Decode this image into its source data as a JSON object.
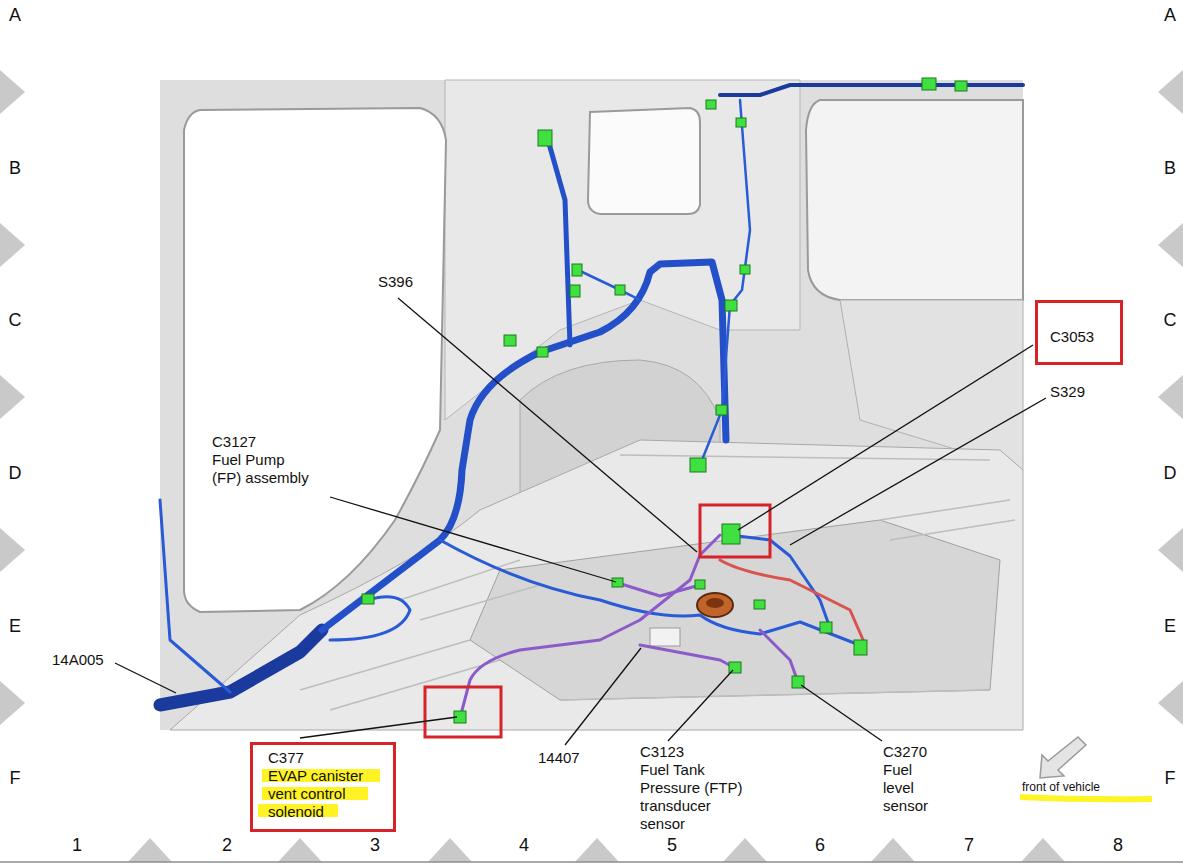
{
  "diagram": {
    "nodes": [
      {
        "text": [
          "C3053"
        ]
      },
      {
        "text": [
          "C377",
          "EVAP canister vent control solenoid"
        ]
      }
    ],
    "labels": [
      "A",
      "A",
      "B",
      "B",
      "C",
      "C",
      "D",
      "D",
      "E",
      "E",
      "F",
      "F",
      "S396",
      "C3127",
      "Fuel Pump (FP) assembly",
      "S329",
      "14A005",
      "14407",
      "C3123",
      "Fuel Tank Pressure (FTP) transducer sensor",
      "C3270",
      "Fuel level sensor",
      "1",
      "2",
      "3",
      "4",
      "5",
      "6",
      "7",
      "8",
      "front of vehicle"
    ]
  }
}
